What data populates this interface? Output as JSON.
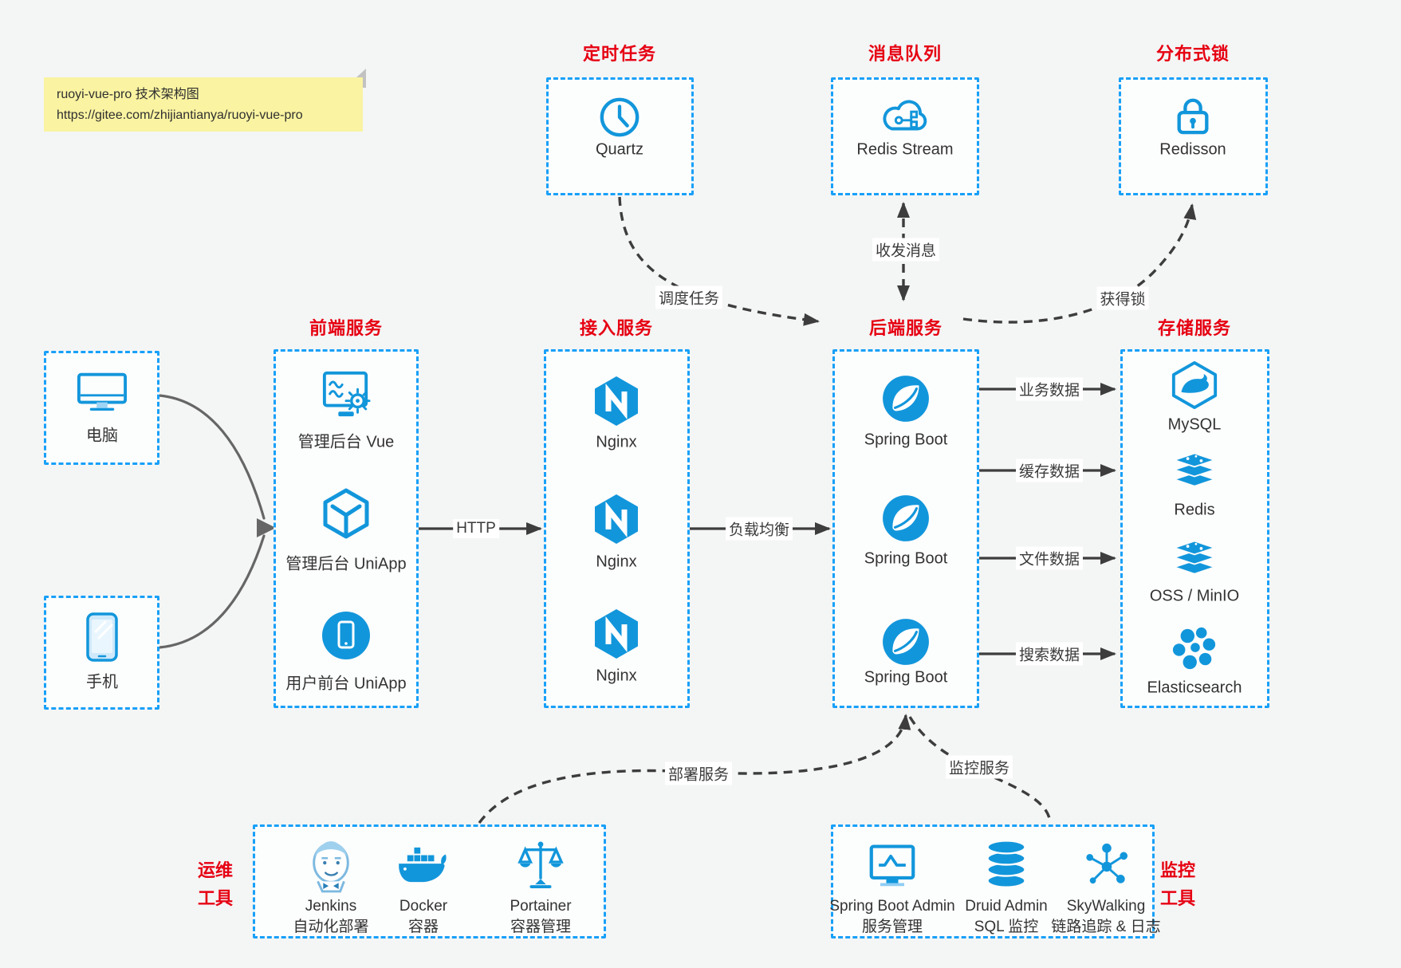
{
  "note": {
    "title": "ruoyi-vue-pro 技术架构图",
    "url": "https://gitee.com/zhijiantianya/ruoyi-vue-pro"
  },
  "colors": {
    "box_border_blue": "#18a0f8",
    "icon_blue": "#1296db",
    "title_red": "#e60012",
    "arrow_black": "#3d3d3d",
    "note_yellow": "#faf3a1"
  },
  "groups": {
    "scheduled": {
      "title": "定时任务",
      "items": [
        {
          "label": "Quartz",
          "icon": "clock-icon"
        }
      ]
    },
    "mq": {
      "title": "消息队列",
      "items": [
        {
          "label": "Redis Stream",
          "icon": "cloud-message-icon"
        }
      ]
    },
    "lock": {
      "title": "分布式锁",
      "items": [
        {
          "label": "Redisson",
          "icon": "padlock-icon"
        }
      ]
    },
    "clients": {
      "pc": {
        "label": "电脑",
        "icon": "desktop-icon"
      },
      "mobile": {
        "label": "手机",
        "icon": "smartphone-icon"
      }
    },
    "frontend": {
      "title": "前端服务",
      "items": [
        {
          "label": "管理后台 Vue",
          "icon": "admin-dashboard-icon"
        },
        {
          "label": "管理后台 UniApp",
          "icon": "cube-icon"
        },
        {
          "label": "用户前台 UniApp",
          "icon": "mobile-app-circle-icon"
        }
      ]
    },
    "gateway": {
      "title": "接入服务",
      "items": [
        {
          "label": "Nginx",
          "icon": "nginx-icon"
        },
        {
          "label": "Nginx",
          "icon": "nginx-icon"
        },
        {
          "label": "Nginx",
          "icon": "nginx-icon"
        }
      ]
    },
    "backend": {
      "title": "后端服务",
      "items": [
        {
          "label": "Spring Boot",
          "icon": "spring-leaf-icon"
        },
        {
          "label": "Spring Boot",
          "icon": "spring-leaf-icon"
        },
        {
          "label": "Spring Boot",
          "icon": "spring-leaf-icon"
        }
      ]
    },
    "storage": {
      "title": "存储服务",
      "items": [
        {
          "label": "MySQL",
          "icon": "mysql-dolphin-icon"
        },
        {
          "label": "Redis",
          "icon": "redis-stack-icon"
        },
        {
          "label": "OSS / MinIO",
          "icon": "redis-stack-icon"
        },
        {
          "label": "Elasticsearch",
          "icon": "elasticsearch-icon"
        }
      ]
    },
    "ops": {
      "title": [
        "运维",
        "工具"
      ],
      "items": [
        {
          "name": "Jenkins",
          "desc": "自动化部署",
          "icon": "jenkins-icon"
        },
        {
          "name": "Docker",
          "desc": "容器",
          "icon": "docker-whale-icon"
        },
        {
          "name": "Portainer",
          "desc": "容器管理",
          "icon": "scales-icon"
        }
      ]
    },
    "monitoring": {
      "title": [
        "监控",
        "工具"
      ],
      "items": [
        {
          "name": "Spring Boot Admin",
          "desc": "服务管理",
          "icon": "monitor-pulse-icon"
        },
        {
          "name": "Druid Admin",
          "desc": "SQL 监控",
          "icon": "database-icon"
        },
        {
          "name": "SkyWalking",
          "desc": "链路追踪 & 日志",
          "icon": "topology-icon"
        }
      ]
    }
  },
  "edges": {
    "schedule": "调度任务",
    "send_receive": "收发消息",
    "get_lock": "获得锁",
    "http": "HTTP",
    "load_balance": "负载均衡",
    "business": "业务数据",
    "cache": "缓存数据",
    "file": "文件数据",
    "search": "搜索数据",
    "deploy": "部署服务",
    "monitor": "监控服务"
  }
}
